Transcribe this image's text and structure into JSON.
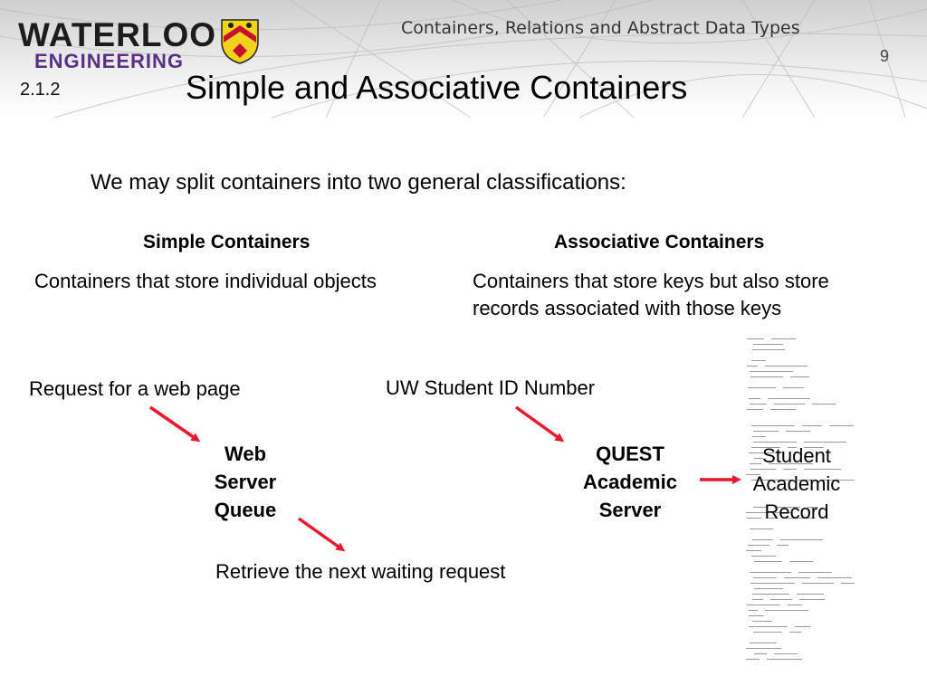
{
  "header": {
    "logo_top": "WATERLOO",
    "logo_bottom": "ENGINEERING",
    "course_title": "Containers, Relations and Abstract Data Types",
    "page_number": "9",
    "section_number": "2.1.2"
  },
  "slide": {
    "title": "Simple and Associative Containers",
    "intro": "We may split containers into two general classifications:",
    "columns": [
      {
        "heading": "Simple Containers",
        "description": "Containers that store individual objects"
      },
      {
        "heading": "Associative Containers",
        "description": "Containers that store keys but also store records associated with those keys"
      }
    ]
  },
  "diagram": {
    "web": {
      "request": "Request for a web page",
      "queue_lines": [
        "Web",
        "Server",
        "Queue"
      ],
      "retrieve": "Retrieve the next waiting request"
    },
    "quest": {
      "input": "UW Student ID Number",
      "server_lines": [
        "QUEST",
        "Academic",
        "Server"
      ],
      "record_lines": [
        "Student",
        "Academic",
        "Record"
      ]
    },
    "arrow_color": "#e8192c"
  }
}
